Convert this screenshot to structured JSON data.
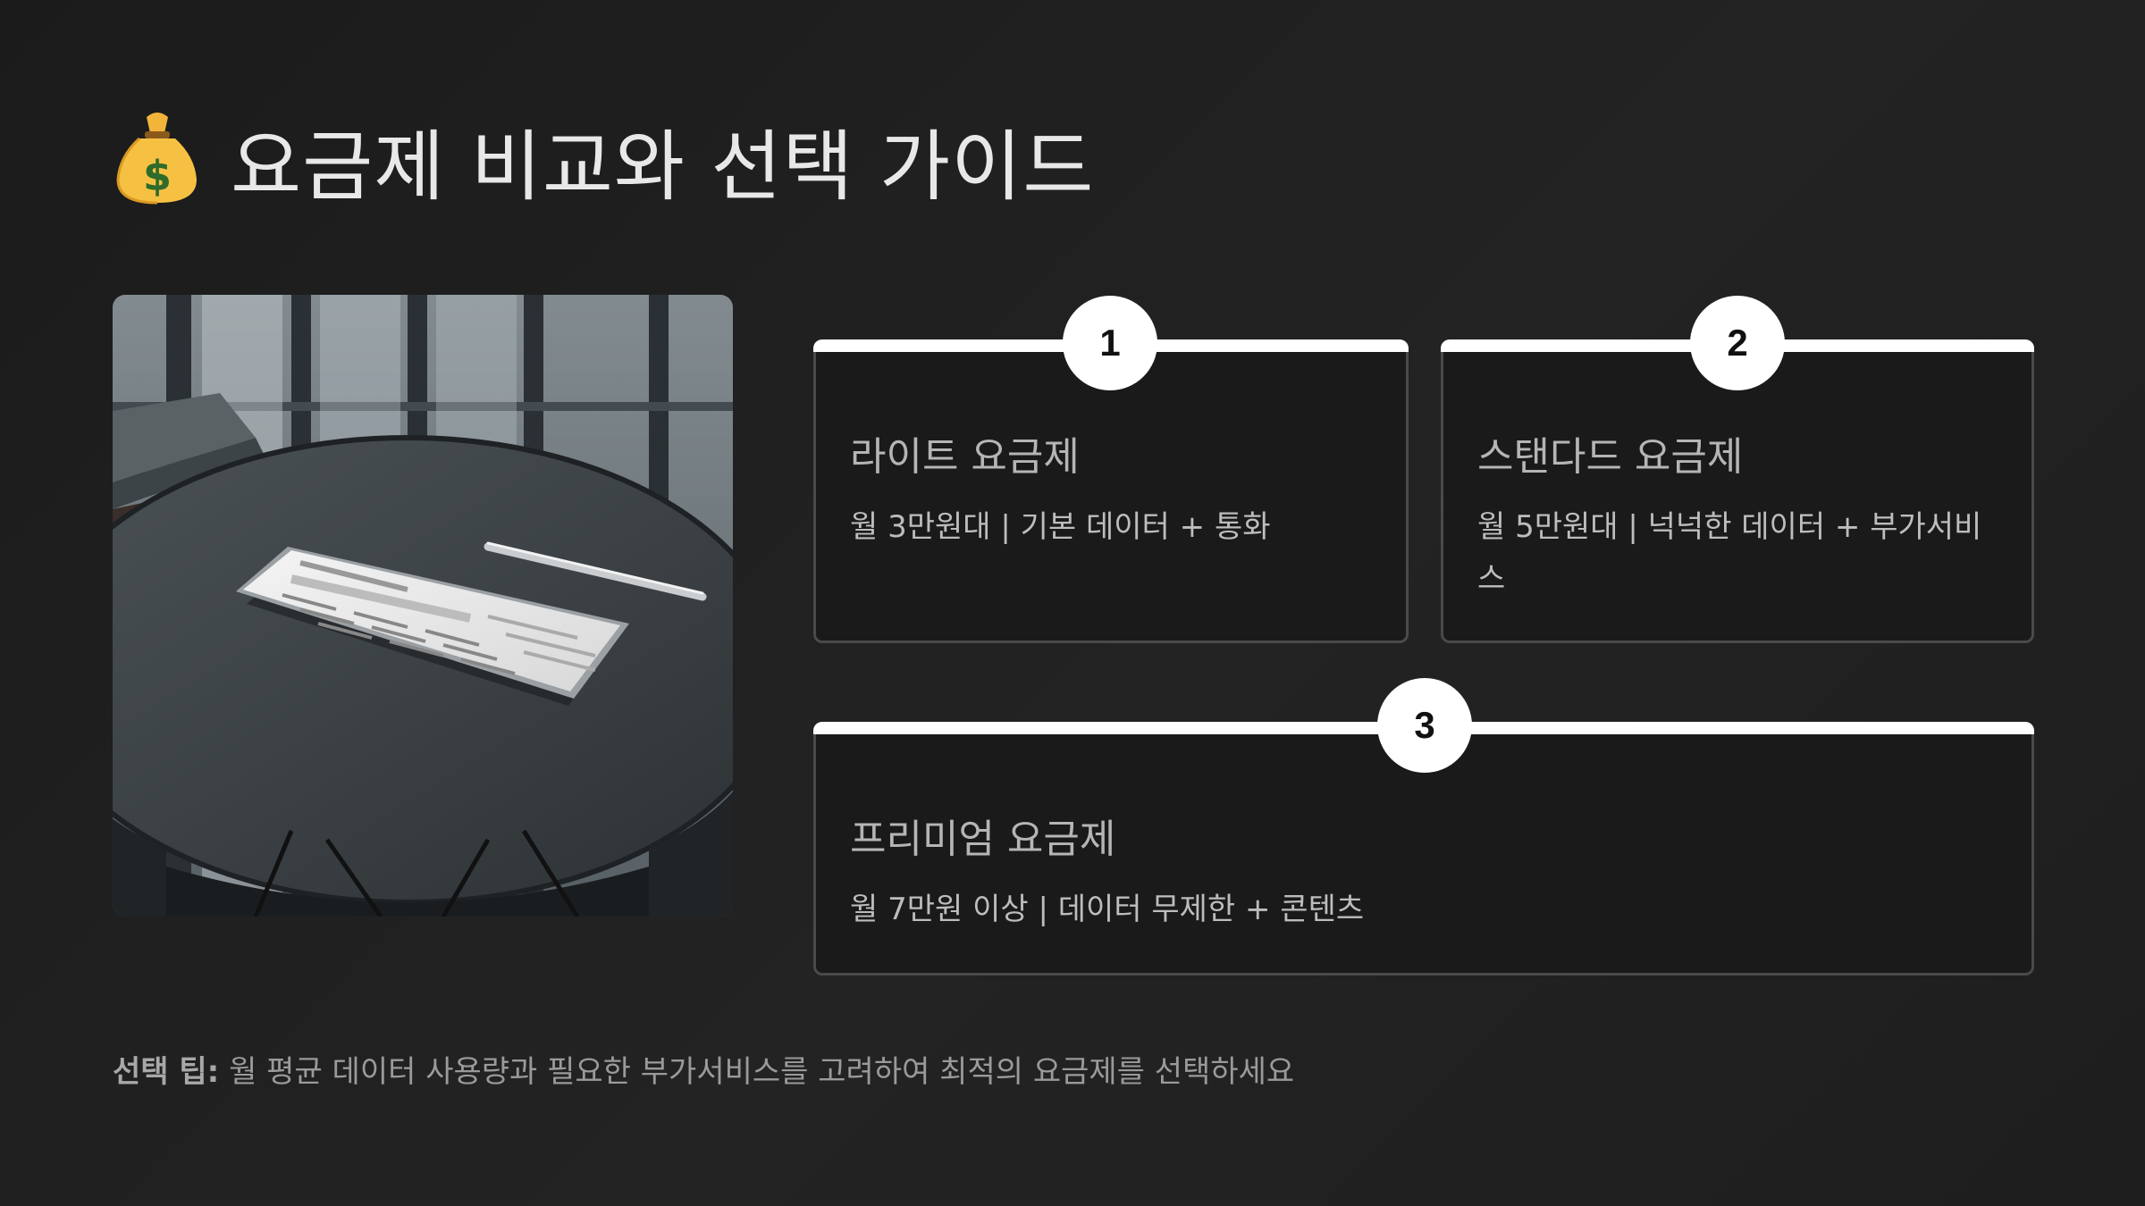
{
  "title": {
    "icon": "money-bag-icon",
    "text": "요금제 비교와 선택 가이드"
  },
  "image": {
    "icon": "phone-on-table-photo"
  },
  "plans": [
    {
      "number": "1",
      "name": "라이트 요금제",
      "description": "월 3만원대 | 기본 데이터 + 통화"
    },
    {
      "number": "2",
      "name": "스탠다드 요금제",
      "description": "월 5만원대 | 넉넉한 데이터 + 부가서비스"
    },
    {
      "number": "3",
      "name": "프리미엄 요금제",
      "description": "월 7만원 이상 | 데이터 무제한 + 콘텐츠"
    }
  ],
  "tip": {
    "label": "선택 팁:",
    "text": " 월 평균 데이터 사용량과 필요한 부가서비스를 고려하여 최적의 요금제를 선택하세요"
  },
  "colors": {
    "background": "#1e1e1e",
    "card_border": "#4a4a4a",
    "accent": "#ffffff"
  }
}
